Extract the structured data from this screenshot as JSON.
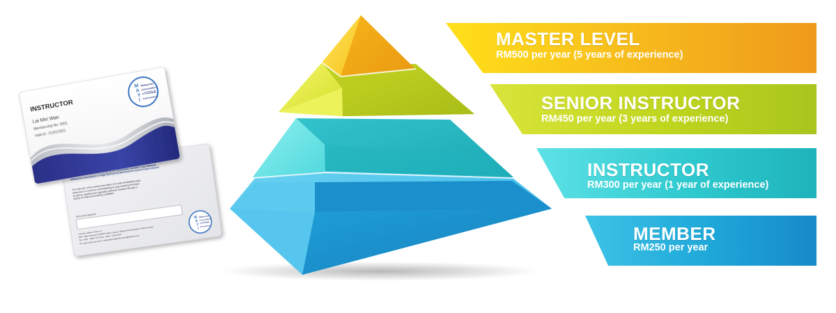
{
  "cards": {
    "front": {
      "role": "INSTRUCTOR",
      "name": "Lai Mei Wan",
      "membership_no": "Membership No: 0001",
      "valid_til": "Valid til : 01/01/2021",
      "logo_lines": [
        "Malaysian",
        "Association",
        "of",
        "YOGA",
        "Instructors"
      ],
      "logo_initials": [
        "M",
        "A",
        "Y",
        "I"
      ]
    },
    "back": {
      "blue_text": [
        "This is your MAYI membership card. It is not transferable and its use is",
        "governed by the terms & conditions of the MAYI Affiliate Membership Application",
        "Form. This card remains the property of Persekutuan Jurulatih Yoga Malaysia",
        "(Malaysian Association of Yoga Instructors) and must be returned upon request."
      ],
      "body_text": [
        "The main aim of this central association is to unite all Malaysia yoga",
        "instructors to a common understanding in yoga teaching technique",
        "as well as updating and upgrading instructor standard through a",
        "variety of continuous learning modalities."
      ],
      "signature_label": "Authorized Signature",
      "contact_lines": [
        "If found, please return to:",
        "80A, Jalan Bangsar, 59200 Kuala Lumpur, Wilayah Persekutuan Kuala Lumpur.",
        "Tel: +603 - 2282 7372      Fax: +603 - 2141 6577",
        "W: www.mayi.org.my          E: malaysianyogainstructors@yahoo.com"
      ]
    }
  },
  "tiers": [
    {
      "title": "MASTER LEVEL",
      "subtitle": "RM500 per year (5 years of experience)"
    },
    {
      "title": "SENIOR INSTRUCTOR",
      "subtitle": "RM450 per year (3 years of experience)"
    },
    {
      "title": "INSTRUCTOR",
      "subtitle": "RM300 per year (1 year of experience)"
    },
    {
      "title": "MEMBER",
      "subtitle": "RM250 per year"
    }
  ],
  "colors": {
    "card_blue": "#2f3a92",
    "card_grey": "#d6d8dc",
    "master": "#f6b81c",
    "senior": "#bfd51e",
    "instructor": "#2ec9cf",
    "member": "#1ea7d9"
  }
}
